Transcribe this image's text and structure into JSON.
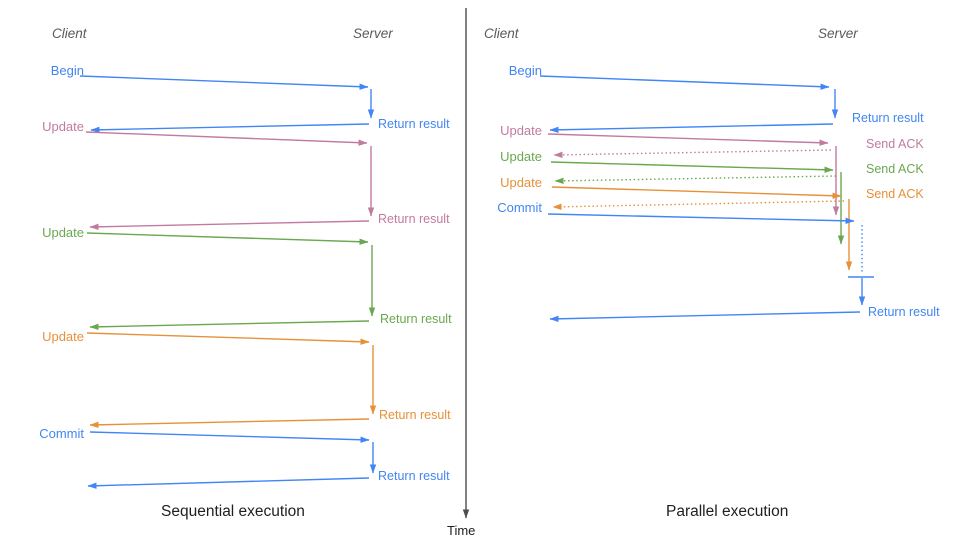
{
  "colors": {
    "blue": "#4285f4",
    "pink": "#c27ba0",
    "green": "#6aa84f",
    "orange": "#e69138",
    "axis": "#4d4d4d",
    "header": "#5a5a5a",
    "caption": "#1f1f1f"
  },
  "axis": {
    "time_label": "Time"
  },
  "sequential": {
    "title": "Sequential execution",
    "client_header": "Client",
    "server_header": "Server",
    "ops": [
      {
        "label": "Begin",
        "result": "Return result"
      },
      {
        "label": "Update",
        "result": "Return result"
      },
      {
        "label": "Update",
        "result": "Return result"
      },
      {
        "label": "Update",
        "result": "Return result"
      },
      {
        "label": "Commit",
        "result": "Return result"
      }
    ]
  },
  "parallel": {
    "title": "Parallel execution",
    "client_header": "Client",
    "server_header": "Server",
    "ops": [
      {
        "label": "Begin",
        "result": "Return result"
      },
      {
        "label": "Update",
        "ack": "Send ACK"
      },
      {
        "label": "Update",
        "ack": "Send ACK"
      },
      {
        "label": "Update",
        "ack": "Send ACK"
      },
      {
        "label": "Commit",
        "result": "Return result"
      }
    ]
  }
}
